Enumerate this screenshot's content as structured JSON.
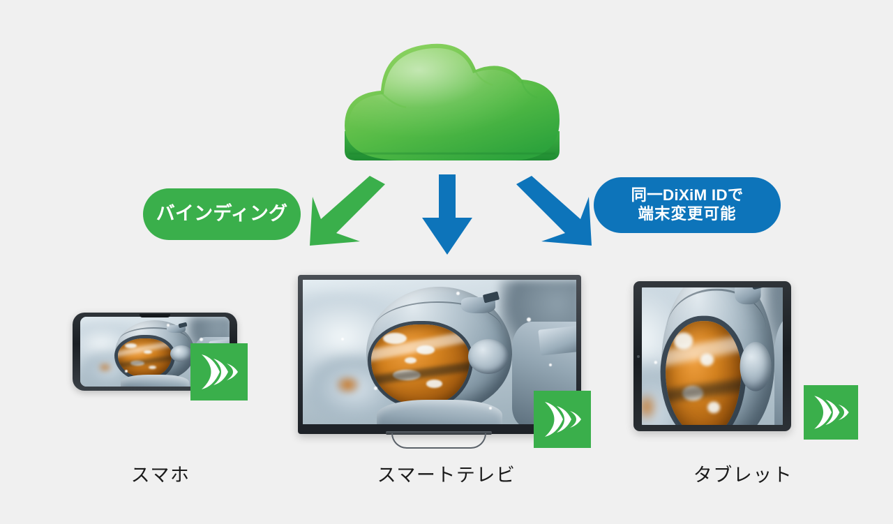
{
  "page": {
    "background_color": "#f0f0f0",
    "title": "DiXiM cloud binding device diagram"
  },
  "colors": {
    "brand_green": "#3aaf4b",
    "brand_blue": "#0d74ba",
    "cloud_green_light": "#7fcf58",
    "cloud_green_dark": "#2fa83f",
    "text_dark": "#1a1a1a",
    "text_light": "#ffffff"
  },
  "cloud": {
    "icon": "cloud-icon",
    "label": ""
  },
  "arrows": [
    {
      "icon": "arrow-down-left-icon",
      "color": "#3aaf4b",
      "direction": "down-left"
    },
    {
      "icon": "arrow-down-icon",
      "color": "#0d74ba",
      "direction": "down"
    },
    {
      "icon": "arrow-down-right-icon",
      "color": "#0d74ba",
      "direction": "down-right"
    }
  ],
  "pills": {
    "binding": {
      "label": "バインディング",
      "color": "#3aaf4b"
    },
    "dixim_id": {
      "line1": "同一DiXiM IDで",
      "line2": "端末変更可能",
      "color": "#0d74ba"
    }
  },
  "devices": [
    {
      "id": "smartphone",
      "label": "スマホ",
      "badge_icon": "dixim-logo-icon",
      "screen_content": "astronaut-helmet-snow-image"
    },
    {
      "id": "smart-tv",
      "label": "スマートテレビ",
      "badge_icon": "dixim-logo-icon",
      "screen_content": "astronaut-helmet-snow-image"
    },
    {
      "id": "tablet",
      "label": "タブレット",
      "badge_icon": "dixim-logo-icon",
      "screen_content": "astronaut-helmet-snow-image"
    }
  ]
}
